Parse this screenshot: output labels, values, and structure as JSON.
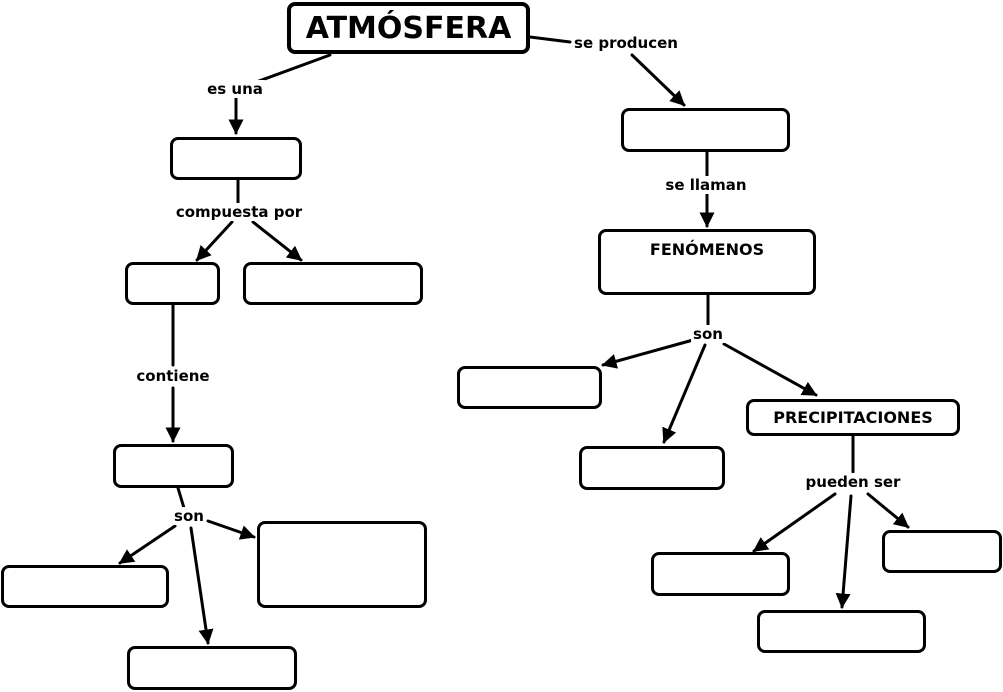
{
  "nodes": {
    "root": "ATMÓSFERA",
    "fenomenos": "FENÓMENOS",
    "precipitaciones": "PRECIPITACIONES"
  },
  "links": {
    "es_una": "es una",
    "se_producen": "se producen",
    "compuesta_por": "compuesta por",
    "se_llaman": "se llaman",
    "contiene": "contiene",
    "son_fenomenos": "son",
    "son_left": "son",
    "pueden_ser": "pueden ser"
  }
}
